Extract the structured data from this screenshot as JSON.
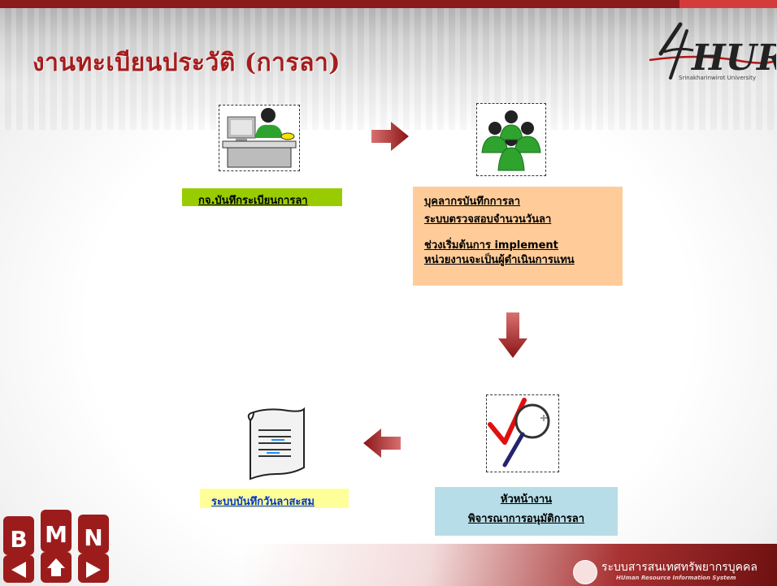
{
  "title": "งานทะเบียนประวัติ (การลา)",
  "logo": {
    "mark": "HURIS",
    "subtitle": "Srinakharinwirot University"
  },
  "steps": {
    "record": {
      "label": "กจ.บันทึกระเบียนการลา",
      "bg": "#99cc00"
    },
    "personnel": {
      "line1": "บุคลากรบันทึกการลา",
      "line2": "ระบบตรวจสอบจำนวนวันลา",
      "line3": "ช่วงเริ่มต้นการ implement",
      "line4": "หน่วยงานจะเป็นผู้ดำเนินการแทน",
      "bg": "#ffcc99"
    },
    "supervisor": {
      "line1": "หัวหน้างาน",
      "line2": "พิจารณาการอนุมัติการลา",
      "bg": "#b7dde8"
    },
    "accumulate": {
      "label": "ระบบบันทึกวันลาสะสม",
      "bg": "#ffff99",
      "color": "#0033cc"
    }
  },
  "icons": {
    "desk": "desk-worker-icon",
    "group": "people-group-icon",
    "review": "checkmark-magnifier-icon",
    "doc": "document-icon",
    "arrow_right": "arrow-right-icon",
    "arrow_down": "arrow-down-icon",
    "arrow_left": "arrow-left-icon"
  },
  "nav": {
    "b": "B",
    "m": "M",
    "n": "N"
  },
  "footer": {
    "system": "ระบบสารสนเทศทรัพยากรบุคคล",
    "system_en": "HUman Resource Information System"
  },
  "colors": {
    "title": "#a61c1c",
    "accent": "#8b1a1a",
    "arrow": "#a82020"
  }
}
